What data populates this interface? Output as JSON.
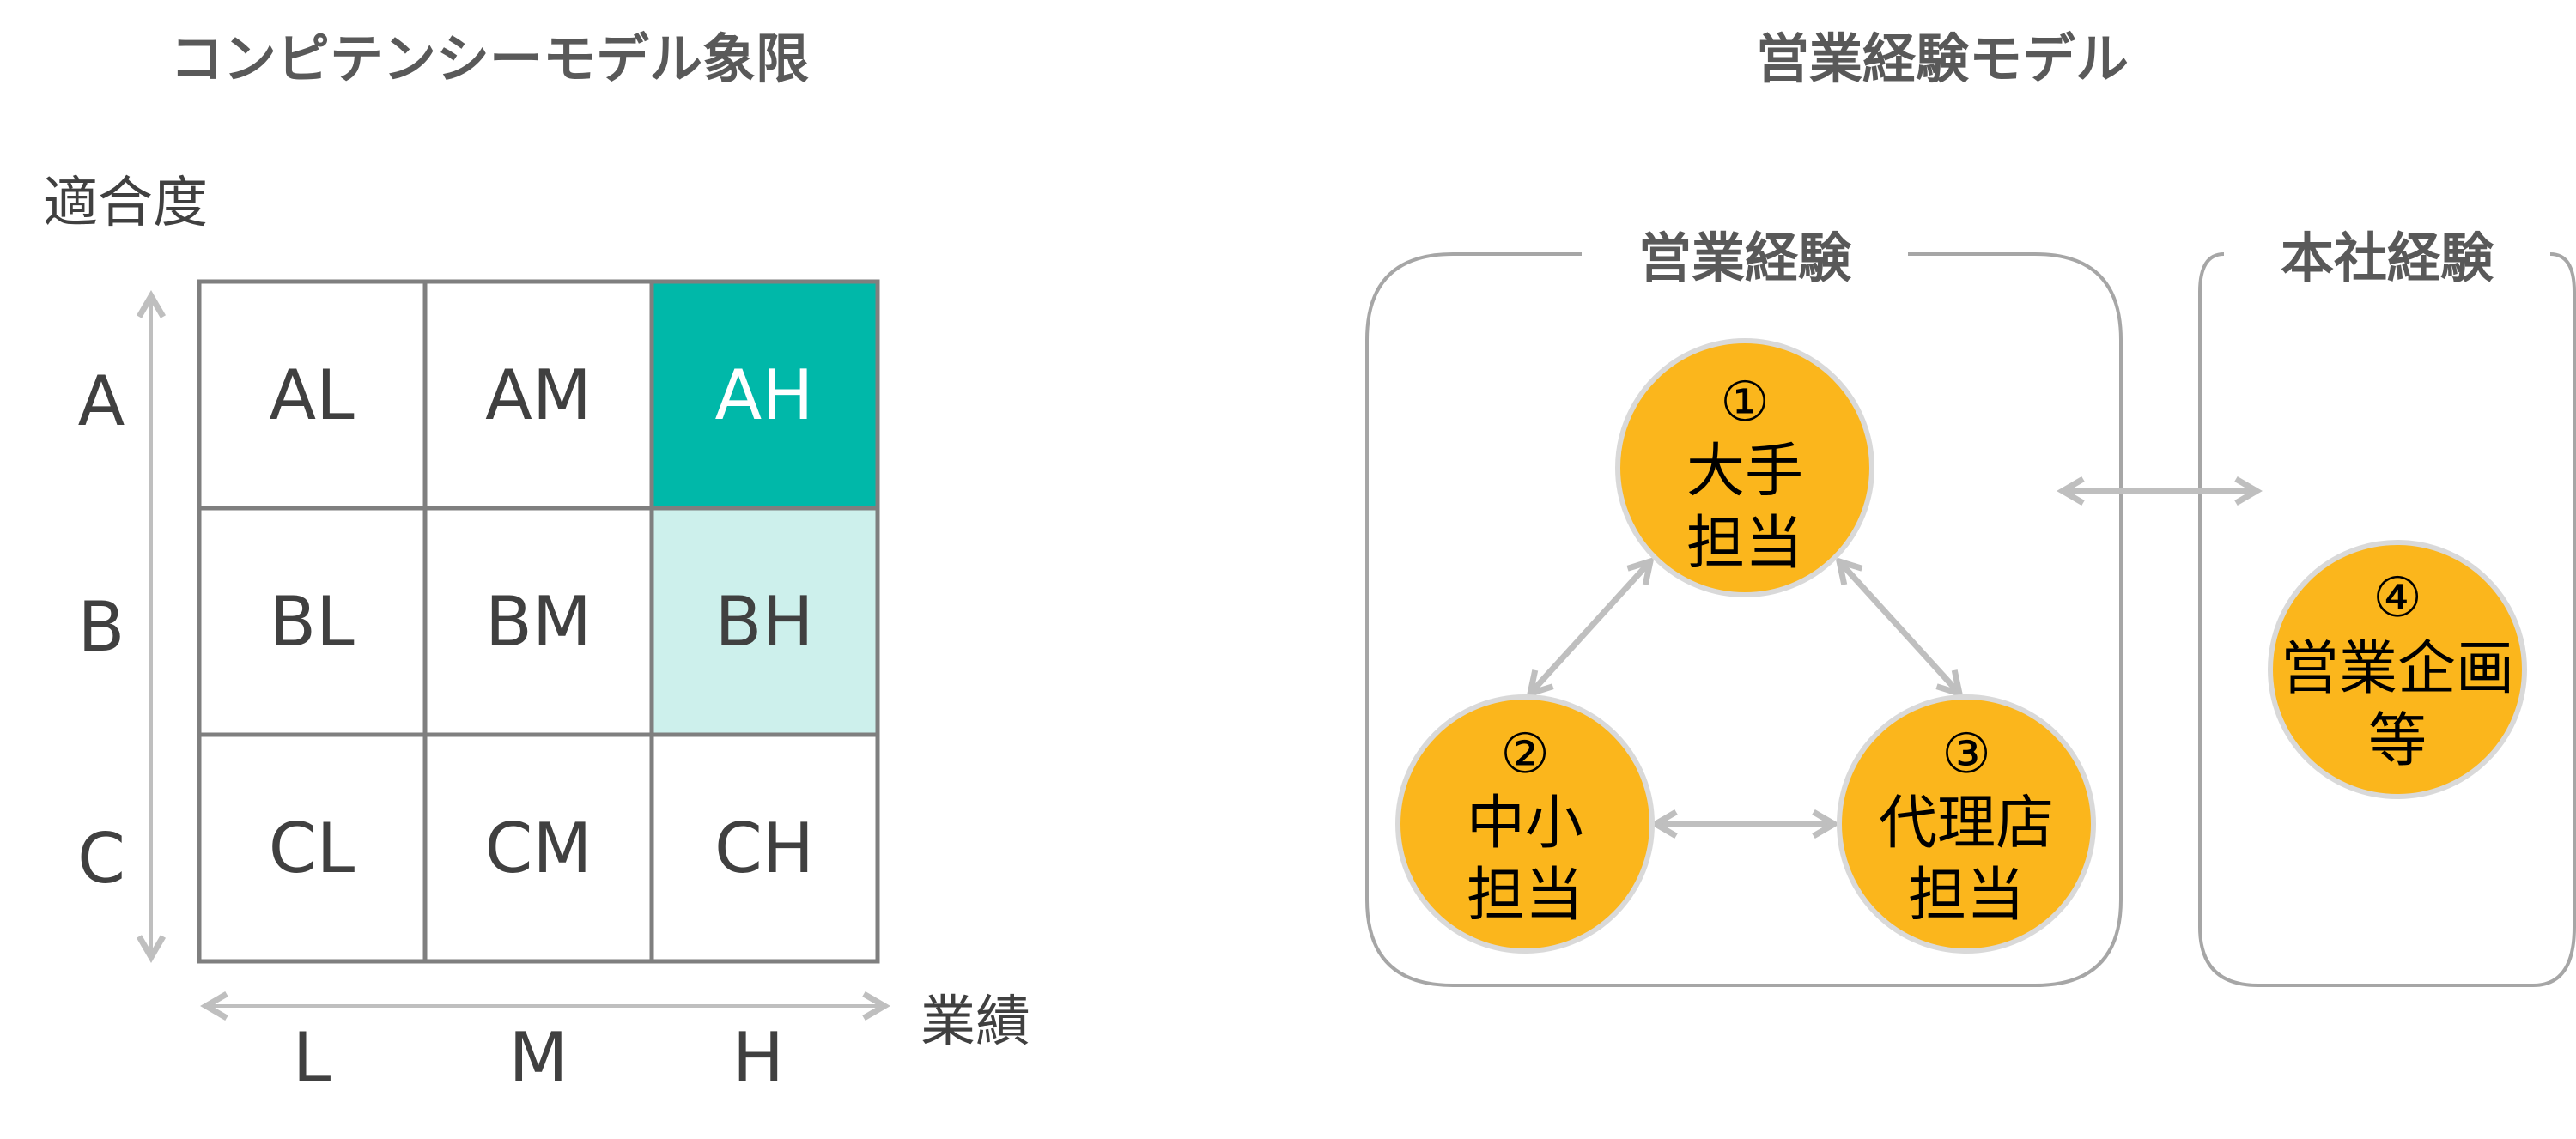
{
  "left": {
    "title": "コンピテンシーモデル象限",
    "y_axis_label": "適合度",
    "x_axis_label": "業績",
    "row_labels": [
      "A",
      "B",
      "C"
    ],
    "col_labels": [
      "L",
      "M",
      "H"
    ],
    "cells": [
      [
        {
          "label": "AL",
          "fill": "#ffffff",
          "text_color": "#404040"
        },
        {
          "label": "AM",
          "fill": "#ffffff",
          "text_color": "#404040"
        },
        {
          "label": "AH",
          "fill": "#00b8a9",
          "text_color": "#ffffff"
        }
      ],
      [
        {
          "label": "BL",
          "fill": "#ffffff",
          "text_color": "#404040"
        },
        {
          "label": "BM",
          "fill": "#ffffff",
          "text_color": "#404040"
        },
        {
          "label": "BH",
          "fill": "#cdf0ec",
          "text_color": "#404040"
        }
      ],
      [
        {
          "label": "CL",
          "fill": "#ffffff",
          "text_color": "#404040"
        },
        {
          "label": "CM",
          "fill": "#ffffff",
          "text_color": "#404040"
        },
        {
          "label": "CH",
          "fill": "#ffffff",
          "text_color": "#404040"
        }
      ]
    ]
  },
  "right": {
    "title": "営業経験モデル",
    "group_sales": "営業経験",
    "group_hq": "本社経験",
    "nodes": [
      {
        "id": "n1",
        "lines": [
          "①",
          "大手",
          "担当"
        ]
      },
      {
        "id": "n2",
        "lines": [
          "②",
          "中小",
          "担当"
        ]
      },
      {
        "id": "n3",
        "lines": [
          "③",
          "代理店",
          "担当"
        ]
      },
      {
        "id": "n4",
        "lines": [
          "④",
          "営業企画",
          "等"
        ]
      }
    ]
  },
  "colors": {
    "node_fill": "#fbb61c",
    "grid_line": "#7f7f7f",
    "arrow": "#bfbfbf",
    "frame": "#a6a6a6",
    "title_text": "#595959",
    "label_text": "#404040"
  }
}
